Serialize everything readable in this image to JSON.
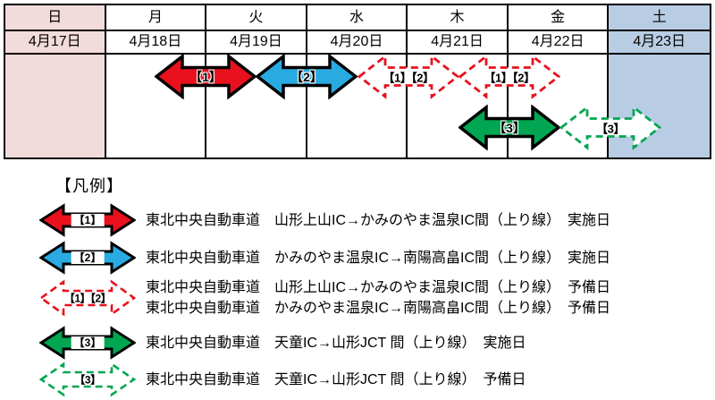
{
  "colors": {
    "red": "#e8111d",
    "blue": "#29abe2",
    "green": "#00a651",
    "sunday_bg": "#f2dcdb",
    "saturday_bg": "#b8cce4",
    "grid_border": "#000000"
  },
  "calendar": {
    "days": [
      {
        "weekday": "日",
        "date": "4月17日"
      },
      {
        "weekday": "月",
        "date": "4月18日"
      },
      {
        "weekday": "火",
        "date": "4月19日"
      },
      {
        "weekday": "水",
        "date": "4月20日"
      },
      {
        "weekday": "木",
        "date": "4月21日"
      },
      {
        "weekday": "金",
        "date": "4月22日"
      },
      {
        "weekday": "土",
        "date": "4月23日"
      }
    ],
    "arrows": [
      {
        "label": "【1】",
        "style": "solid",
        "color": "#e8111d",
        "span_start": "4月18日",
        "span_end": "4月19日",
        "meaning": "実施日"
      },
      {
        "label": "【2】",
        "style": "solid",
        "color": "#29abe2",
        "span_start": "4月19日",
        "span_end": "4月20日",
        "meaning": "実施日"
      },
      {
        "label": "【1】【2】",
        "style": "dashed",
        "color": "#e8111d",
        "span_start": "4月20日",
        "span_end": "4月21日",
        "meaning": "予備日"
      },
      {
        "label": "【1】【2】",
        "style": "dashed",
        "color": "#e8111d",
        "span_start": "4月21日",
        "span_end": "4月22日",
        "meaning": "予備日"
      },
      {
        "label": "【3】",
        "style": "solid",
        "color": "#00a651",
        "span_start": "4月21日",
        "span_end": "4月22日",
        "meaning": "実施日"
      },
      {
        "label": "【3】",
        "style": "dashed",
        "color": "#00a651",
        "span_start": "4月22日",
        "span_end": "4月23日",
        "meaning": "予備日"
      }
    ]
  },
  "legend": {
    "title": "【凡例】",
    "items": [
      {
        "marker": "【1】",
        "style": "solid",
        "color": "#e8111d",
        "line1": "東北中央自動車道　山形上山IC→かみのやま温泉IC間（上り線）　実施日"
      },
      {
        "marker": "【2】",
        "style": "solid",
        "color": "#29abe2",
        "line1": "東北中央自動車道　かみのやま温泉IC→南陽高畠IC間（上り線）　実施日"
      },
      {
        "marker": "【1】【2】",
        "style": "dashed",
        "color": "#e8111d",
        "line1": "東北中央自動車道　山形上山IC→かみのやま温泉IC間（上り線）　予備日",
        "line2": "東北中央自動車道　かみのやま温泉IC→南陽高畠IC間（上り線）　予備日"
      },
      {
        "marker": "【3】",
        "style": "solid",
        "color": "#00a651",
        "line1": "東北中央自動車道　天童IC→山形JCT 間（上り線）　実施日"
      },
      {
        "marker": "【3】",
        "style": "dashed",
        "color": "#00a651",
        "line1": "東北中央自動車道　天童IC→山形JCT 間（上り線）　予備日"
      }
    ]
  }
}
